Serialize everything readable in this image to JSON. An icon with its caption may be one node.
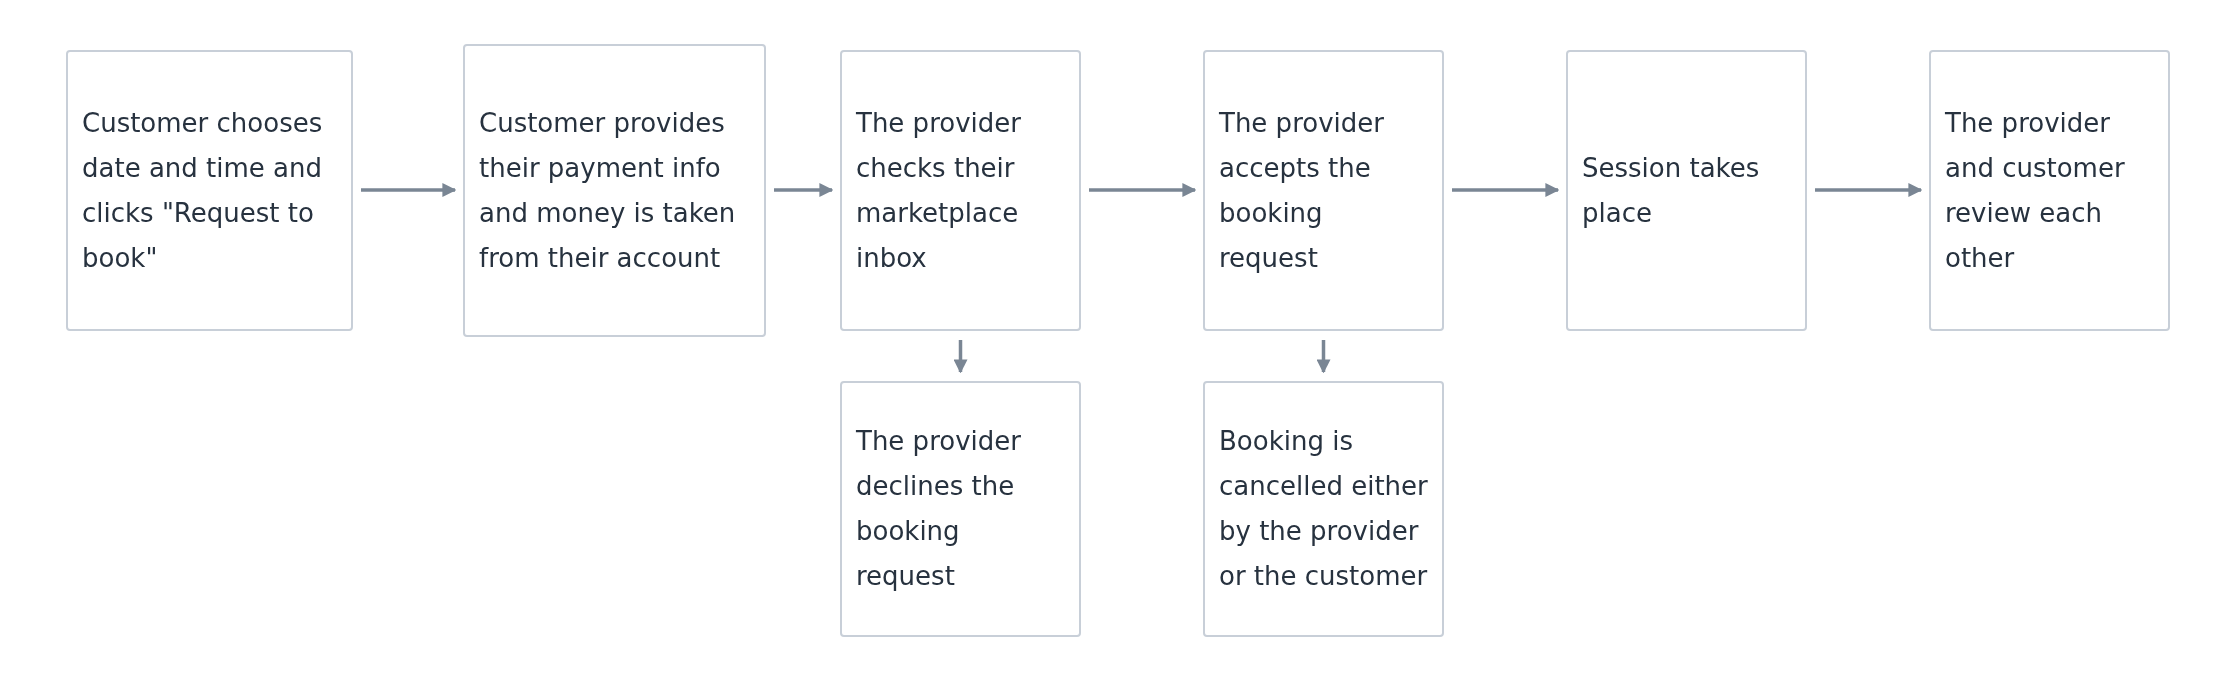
{
  "diagram": {
    "nodes": [
      {
        "text": [
          "Customer chooses date and time and clicks \"Request to book\""
        ]
      },
      {
        "text": [
          "Customer provides their payment info and money is taken from their account"
        ]
      },
      {
        "text": [
          "The provider checks their marketplace inbox"
        ]
      },
      {
        "text": [
          "The provider accepts the booking request"
        ]
      },
      {
        "text": [
          "Session takes place"
        ]
      },
      {
        "text": [
          "The provider and customer review each other"
        ]
      },
      {
        "text": [
          "The provider declines the booking request"
        ]
      },
      {
        "text": [
          "Booking is cancelled either by the provider or the customer"
        ]
      }
    ],
    "edges": [
      {
        "from": 0,
        "to": 1,
        "arrow": "to"
      },
      {
        "from": 1,
        "to": 2,
        "arrow": "to"
      },
      {
        "from": 2,
        "to": 3,
        "arrow": "to"
      },
      {
        "from": 3,
        "to": 4,
        "arrow": "to"
      },
      {
        "from": 4,
        "to": 5,
        "arrow": "to"
      },
      {
        "from": 2,
        "to": 6,
        "arrow": "to"
      },
      {
        "from": 3,
        "to": 7,
        "arrow": "to"
      }
    ]
  }
}
